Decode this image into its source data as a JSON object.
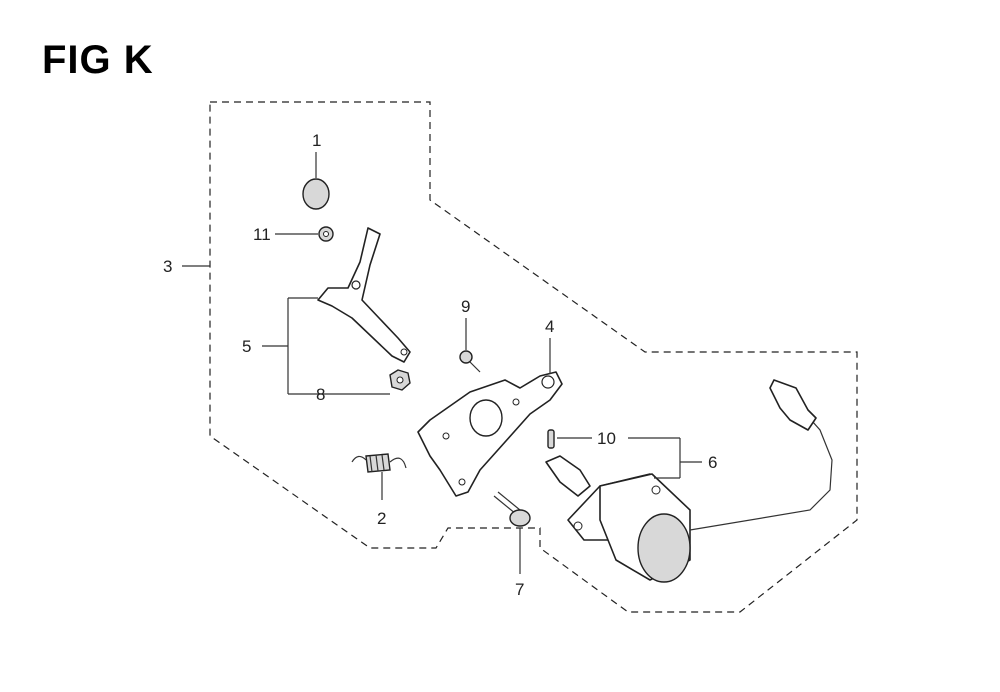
{
  "figure": {
    "title": "FIG K"
  },
  "callouts": {
    "c1": "1",
    "c2": "2",
    "c3": "3",
    "c4": "4",
    "c5": "5",
    "c6": "6",
    "c7": "7",
    "c8": "8",
    "c9": "9",
    "c10": "10",
    "c11": "11"
  }
}
